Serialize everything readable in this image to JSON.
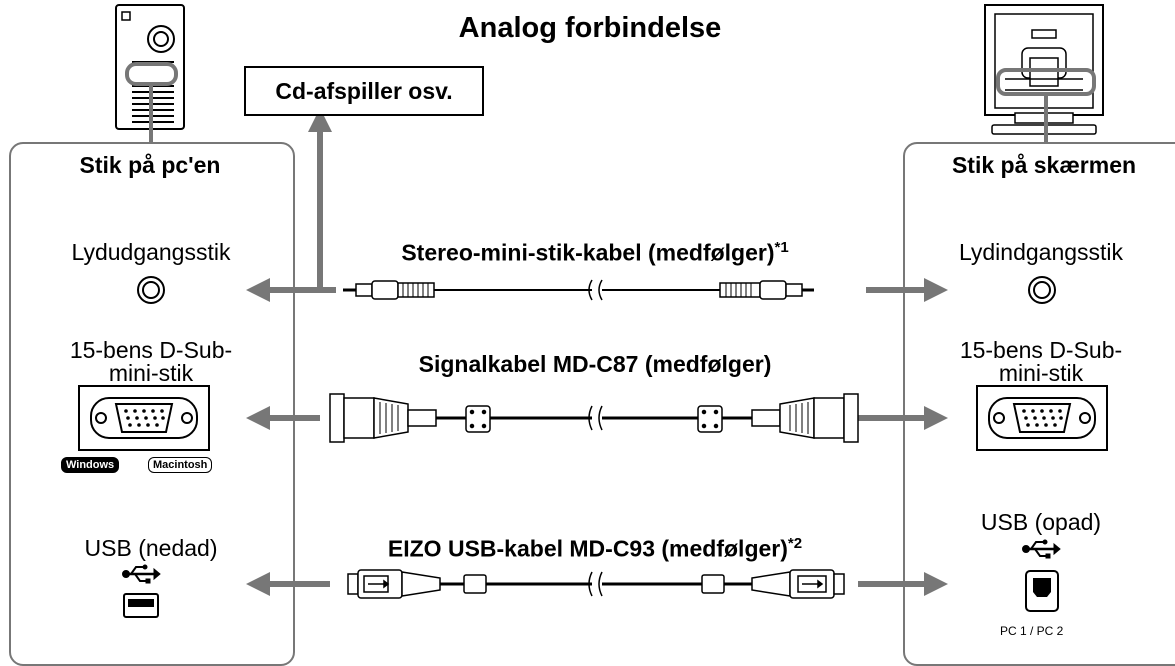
{
  "title": "Analog forbindelse",
  "cd_box": "Cd-afspiller osv.",
  "pc_panel": {
    "heading": "Stik på pc'en",
    "audio_out": "Lydudgangsstik",
    "dsub_line1": "15-bens D-Sub-",
    "dsub_line2": "mini-stik",
    "badge_windows": "Windows",
    "badge_macintosh": "Macintosh",
    "usb": "USB (nedad)"
  },
  "monitor_panel": {
    "heading": "Stik på skærmen",
    "audio_in": "Lydindgangsstik",
    "dsub_line1": "15-bens D-Sub-",
    "dsub_line2": "mini-stik",
    "usb": "USB (opad)",
    "pc_ports": "PC 1 / PC 2"
  },
  "cables": {
    "audio": "Stereo-mini-stik-kabel (medfølger)",
    "audio_note": "*1",
    "signal": "Signalkabel MD-C87 (medfølger)",
    "usb": "EIZO USB-kabel MD-C93 (medfølger)",
    "usb_note": "*2"
  },
  "colors": {
    "arrow": "#777777",
    "panel_border": "#777777"
  },
  "icons": [
    "pc-tower-icon",
    "monitor-back-icon",
    "audio-jack-icon",
    "dsub-connector-icon",
    "usb-symbol-icon",
    "usb-a-port-icon",
    "usb-b-port-icon"
  ]
}
